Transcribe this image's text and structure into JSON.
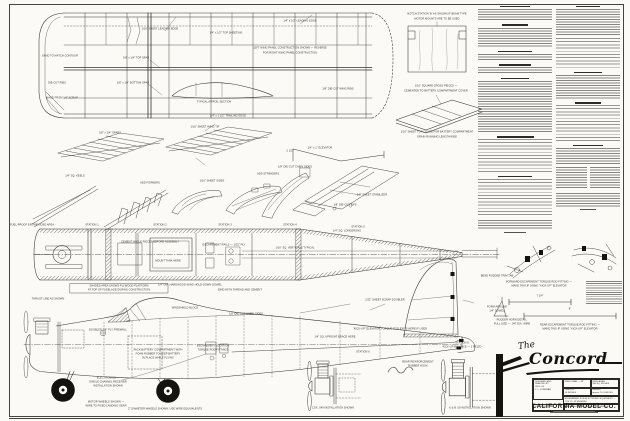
{
  "plan": {
    "logo_the": "The",
    "logo_name": "Concord",
    "company": "CALIFORNIA MODEL CO.",
    "title_table": {
      "designer": "DESIGNED AND\nDRAFTED BY\n1963 - 64\nC. L. FOREMAN",
      "wing_span": "WING SPAN — 48\"",
      "wing_area": "WING AREA\n330 SQ. INCHES",
      "length": "LENGTH\n36 INCHES",
      "weight": "WEIGHT\napprox. 16 OUNCES",
      "engineered": "ENGINEERED FOR ELECTRONIC EQUIPMENT — .020 TO .09 ENGINES",
      "copyright": "COPYRIGHT 1964",
      "reproduction": "REPRODUCTION FOR SALE PROHIBITED"
    }
  },
  "annotations": [
    [
      60,
      57,
      "SAND TO MATCH CONTOUR"
    ],
    [
      57,
      84,
      "DIE-CUT RIBS"
    ],
    [
      62,
      99,
      "MADE FROM 1/4\" SCRAP"
    ],
    [
      160,
      30,
      "1/16\" SHEET LEADING EDGE"
    ],
    [
      300,
      22,
      "1/4\" x 1/2\" LEADING EDGE"
    ],
    [
      226,
      34,
      "1/4\" x 1/2\" TOP SHEETING"
    ],
    [
      136,
      59,
      "1/8\" x 1/4\" TOP SPAR"
    ],
    [
      133,
      84,
      "1/8\" x 1/4\" BOTTOM SPAR"
    ],
    [
      290,
      49,
      "LEFT WING PANEL CONSTRUCTION SHOWN — REVERSE"
    ],
    [
      290,
      54,
      "FOR RIGHT WING PANEL CONSTRUCTION"
    ],
    [
      214,
      103,
      "TYPICAL AIRFOIL SECTION"
    ],
    [
      228,
      117,
      "1/4\" x 1 1/2\" TRAILING EDGE"
    ],
    [
      338,
      90,
      "1/8\" DIE-CUT WING RIBS"
    ],
    [
      437,
      15,
      "NOTCH STATION 'B' AS SHOWN IF BEAM TYPE"
    ],
    [
      437,
      20,
      "MOTOR MOUNTS ARE TO BE USED"
    ],
    [
      436,
      87,
      "1/16\" SQUARE CROSS PIECES —"
    ],
    [
      436,
      92,
      "CEMENTED TO BATTERY COMPARTMENT COVER"
    ],
    [
      437,
      133,
      "1/16\" SHEET TOP COVER FOR BATTERY COMPARTMENT"
    ],
    [
      437,
      138,
      "GRAIN RUNNING LENGTHWISE"
    ],
    [
      110,
      134,
      "1/8\" x 1/4\" SPARS"
    ],
    [
      205,
      128,
      "1/16\" SHEET WING TIP"
    ],
    [
      290,
      152,
      "2 1/2\""
    ],
    [
      320,
      149,
      "1/4\" x 1\" ELEVATOR"
    ],
    [
      372,
      196,
      "1/8\" SHEET STABILIZER"
    ],
    [
      75,
      177,
      "1/4\" SQ. KEELS"
    ],
    [
      150,
      184,
      "ADD FORMERS"
    ],
    [
      212,
      182,
      "1/16\" SHEET SIDES"
    ],
    [
      268,
      175,
      "ADD STRINGERS"
    ],
    [
      295,
      168,
      "1/8\" DIE-CUT CABIN SIDES"
    ],
    [
      345,
      206,
      "1/8\" DIE-CUT TIPS"
    ],
    [
      92,
      226,
      "STATION 1"
    ],
    [
      160,
      226,
      "STATION 2"
    ],
    [
      225,
      226,
      "STATION 3"
    ],
    [
      290,
      226,
      "STATION 4"
    ],
    [
      358,
      228,
      "STATION 5"
    ],
    [
      150,
      243,
      "CEMENT ANGLE PIECES BEFORE ASSEMBLY"
    ],
    [
      168,
      262,
      "MOUNT TANK HERE"
    ],
    [
      224,
      246,
      "ESCAPEMENT RAILS — 1/32\" PLY"
    ],
    [
      295,
      249,
      "1/16\" SQ. VERTICALS TYPICAL"
    ],
    [
      347,
      232,
      "1/4\" SQ. LONGERONS"
    ],
    [
      190,
      286,
      "1/4\" DIA. HARDWOOD WING HOLD-DOWN DOWEL"
    ],
    [
      240,
      291,
      "BIND WITH THREAD AND CEMENT"
    ],
    [
      119,
      287,
      "SHADED AREA SHOWS PLYWOOD PLATFORM"
    ],
    [
      119,
      291,
      "AT TOP OF FUSELAGE DURING CONSTRUCTION"
    ],
    [
      32,
      226,
      "FUEL-PROOF ENTIRE NOSE AREA"
    ],
    [
      48,
      300,
      "THRUST LINE AS SHOWN"
    ],
    [
      108,
      331,
      "DOUBLED 1/8\" PLY FIREWALL"
    ],
    [
      185,
      309,
      "WINDSHIELD BLOCK"
    ],
    [
      246,
      315,
      "1/8\" DIE-CUT CABIN SIDES"
    ],
    [
      385,
      301,
      "1/32\" SHEET SCRAP DOUBLER"
    ],
    [
      390,
      330,
      "\"KICK-UP\" ELEVATOR TORQUE ROD EXITS HERE IF USED"
    ],
    [
      158,
      351,
      "PACK BATTERY COMPARTMENT WITH"
    ],
    [
      158,
      355,
      "FOAM RUBBER TO KEEP BATTERY"
    ],
    [
      158,
      359,
      "IN PLACE WHILE FLYING"
    ],
    [
      213,
      347,
      "ESCAPEMENT LOCATION"
    ],
    [
      213,
      351,
      "TORQUE ROD FITTINGS"
    ],
    [
      108,
      379,
      "ELECTRONICS —"
    ],
    [
      108,
      383,
      "SINGLE CHANNEL RECEIVER"
    ],
    [
      108,
      387,
      "INSTALLATION SHOWN"
    ],
    [
      106,
      403,
      "MOTOR WHEELS SHOWN —"
    ],
    [
      106,
      407,
      "WIRE TO FIXED LANDING GEAR"
    ],
    [
      165,
      410,
      "2\" DIAMETER WHEELS SHOWN, USE WIRE EQUIVALENTS"
    ],
    [
      335,
      338,
      "1/4\" SQ. UPRIGHT BRACE HERE"
    ],
    [
      363,
      353,
      "STATION 6"
    ],
    [
      462,
      344,
      "STATION 8"
    ],
    [
      462,
      348,
      "KICK-UP BALANCE — 2 REQ'D"
    ],
    [
      418,
      363,
      "REAR REINFORCEMENT"
    ],
    [
      418,
      367,
      "RUBBER HOOK"
    ],
    [
      497,
      277,
      "BEND RUDDER TRIM TAB"
    ],
    [
      497,
      308,
      "FORM AROUND"
    ],
    [
      497,
      312,
      "1/4\" DOWEL"
    ],
    [
      512,
      321,
      "RUDDER HORN DETAIL:"
    ],
    [
      512,
      325,
      "FULL SIZE — .047 DIA. WIRE"
    ],
    [
      539,
      283,
      "FORWARD ESCAPEMENT TORQUE ROD FITTING —"
    ],
    [
      539,
      287,
      "MAKE TWO IF USING \"KICK-UP\" ELEVATOR"
    ],
    [
      540,
      297,
      "7 1/4\""
    ],
    [
      570,
      310,
      "8\""
    ],
    [
      570,
      326,
      "REAR ESCAPEMENT TORQUE ROD FITTING —"
    ],
    [
      570,
      330,
      "MAKE TWO IF USING \"KICK-UP\" ELEVATOR"
    ],
    [
      333,
      409,
      "COX .049 INSTALLATION SHOWN"
    ],
    [
      470,
      409,
      "K & B .09 INSTALLATION SHOWN"
    ]
  ]
}
